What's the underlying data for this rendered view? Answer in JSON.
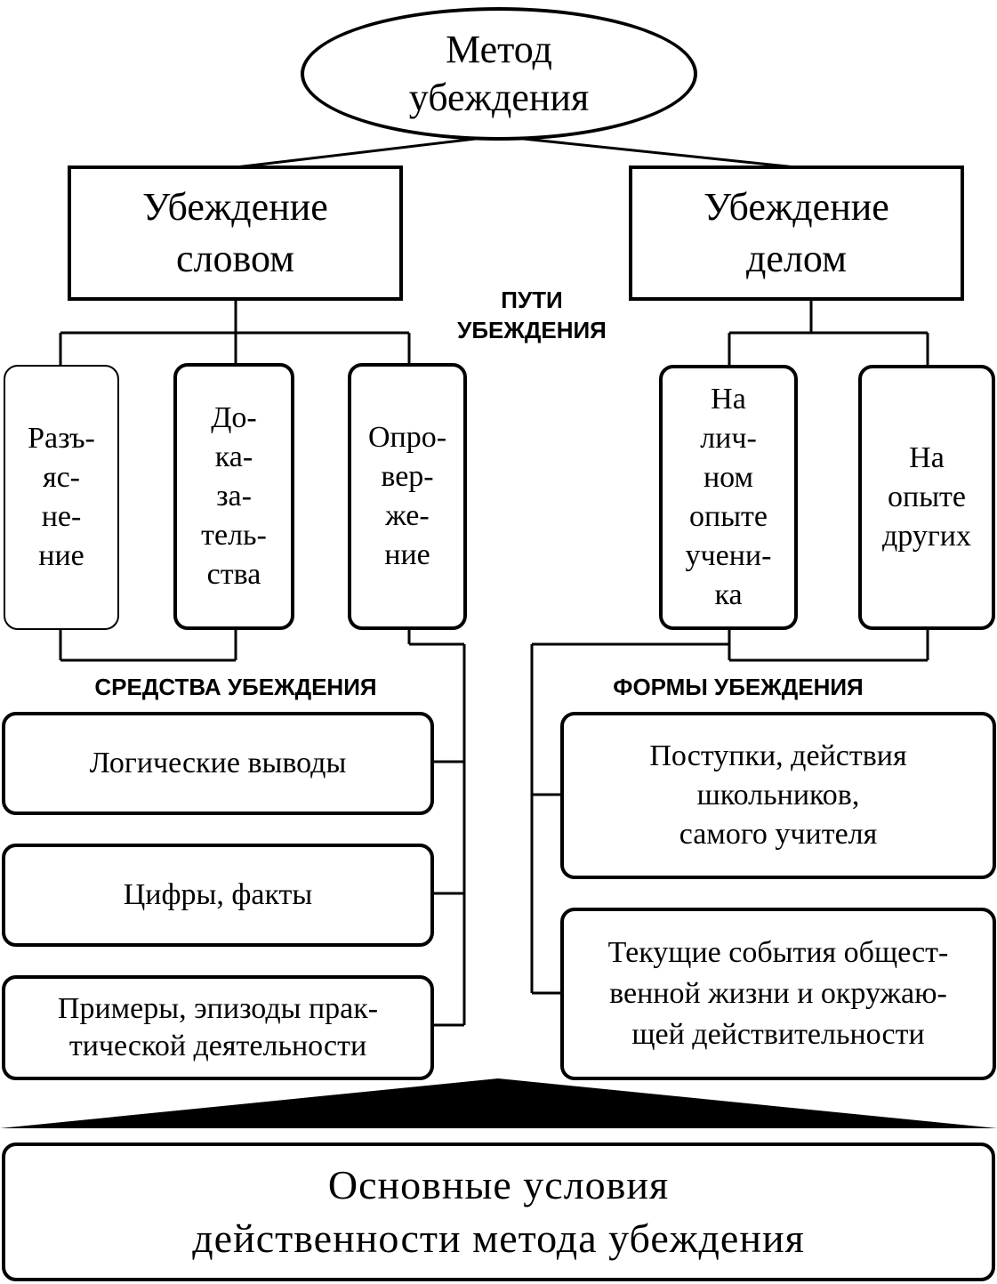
{
  "root": {
    "label": "Метод\nубеждения"
  },
  "branches": {
    "word": {
      "label": "Убеждение\nсловом"
    },
    "deed": {
      "label": "Убеждение\nделом"
    }
  },
  "section_labels": {
    "paths": "ПУТИ\nУБЕЖДЕНИЯ",
    "means": "СРЕДСТВА УБЕЖДЕНИЯ",
    "forms": "ФОРМЫ УБЕЖДЕНИЯ"
  },
  "word_paths": [
    {
      "label": "Разъ-\nяс-\nне-\nние"
    },
    {
      "label": "До-\nка-\nза-\nтель-\nства"
    },
    {
      "label": "Опро-\nвер-\nже-\nние"
    }
  ],
  "deed_paths": [
    {
      "label": "На\nлич-\nном\nопыте\nучени-\nка"
    },
    {
      "label": "На\nопыте\nдругих"
    }
  ],
  "means": [
    {
      "label": "Логические выводы"
    },
    {
      "label": "Цифры, факты"
    },
    {
      "label": "Примеры, эпизоды прак-\nтической деятельности"
    }
  ],
  "forms": [
    {
      "label": "Поступки, действия\nшкольников,\nсамого учителя"
    },
    {
      "label": "Текущие события общест-\nвенной жизни и окружаю-\nщей действительности"
    }
  ],
  "footer": {
    "label": "Основные условия\nдейственности метода убеждения"
  }
}
